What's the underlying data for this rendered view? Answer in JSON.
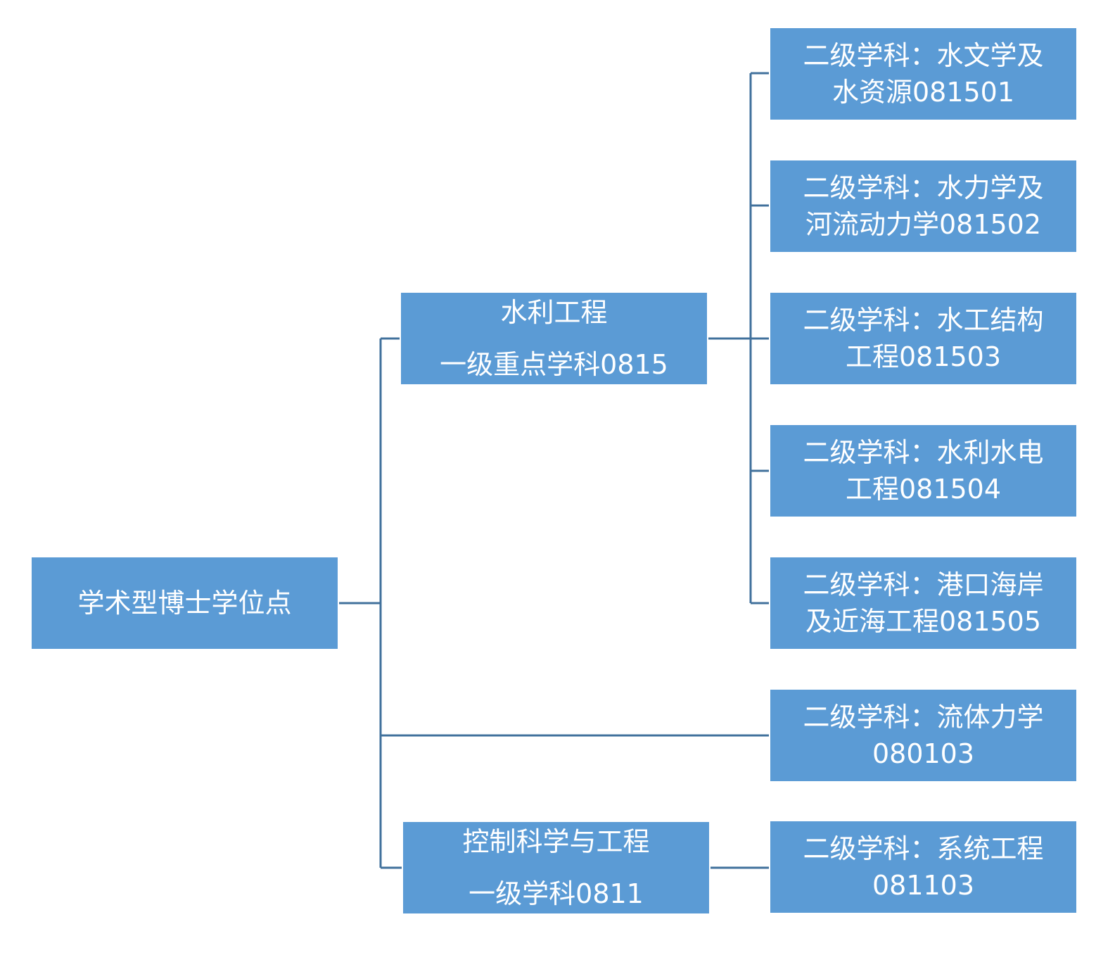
{
  "root": {
    "label": "学术型博士学位点"
  },
  "level1": [
    {
      "line1": "水利工程",
      "line2": "一级重点学科0815"
    },
    {
      "line1": "控制科学与工程",
      "line2": "一级学科0811"
    }
  ],
  "level2": [
    {
      "line1": "二级学科：水文学及",
      "line2": "水资源081501"
    },
    {
      "line1": "二级学科：水力学及",
      "line2": "河流动力学081502"
    },
    {
      "line1": "二级学科：水工结构",
      "line2": "工程081503"
    },
    {
      "line1": "二级学科：水利水电",
      "line2": "工程081504"
    },
    {
      "line1": "二级学科：港口海岸",
      "line2": "及近海工程081505"
    },
    {
      "line1": "二级学科：流体力学",
      "line2": "080103"
    },
    {
      "line1": "二级学科：系统工程",
      "line2": "081103"
    }
  ],
  "colors": {
    "node_fill": "#5b9bd5",
    "node_text": "#ffffff",
    "connector": "#41719c"
  }
}
